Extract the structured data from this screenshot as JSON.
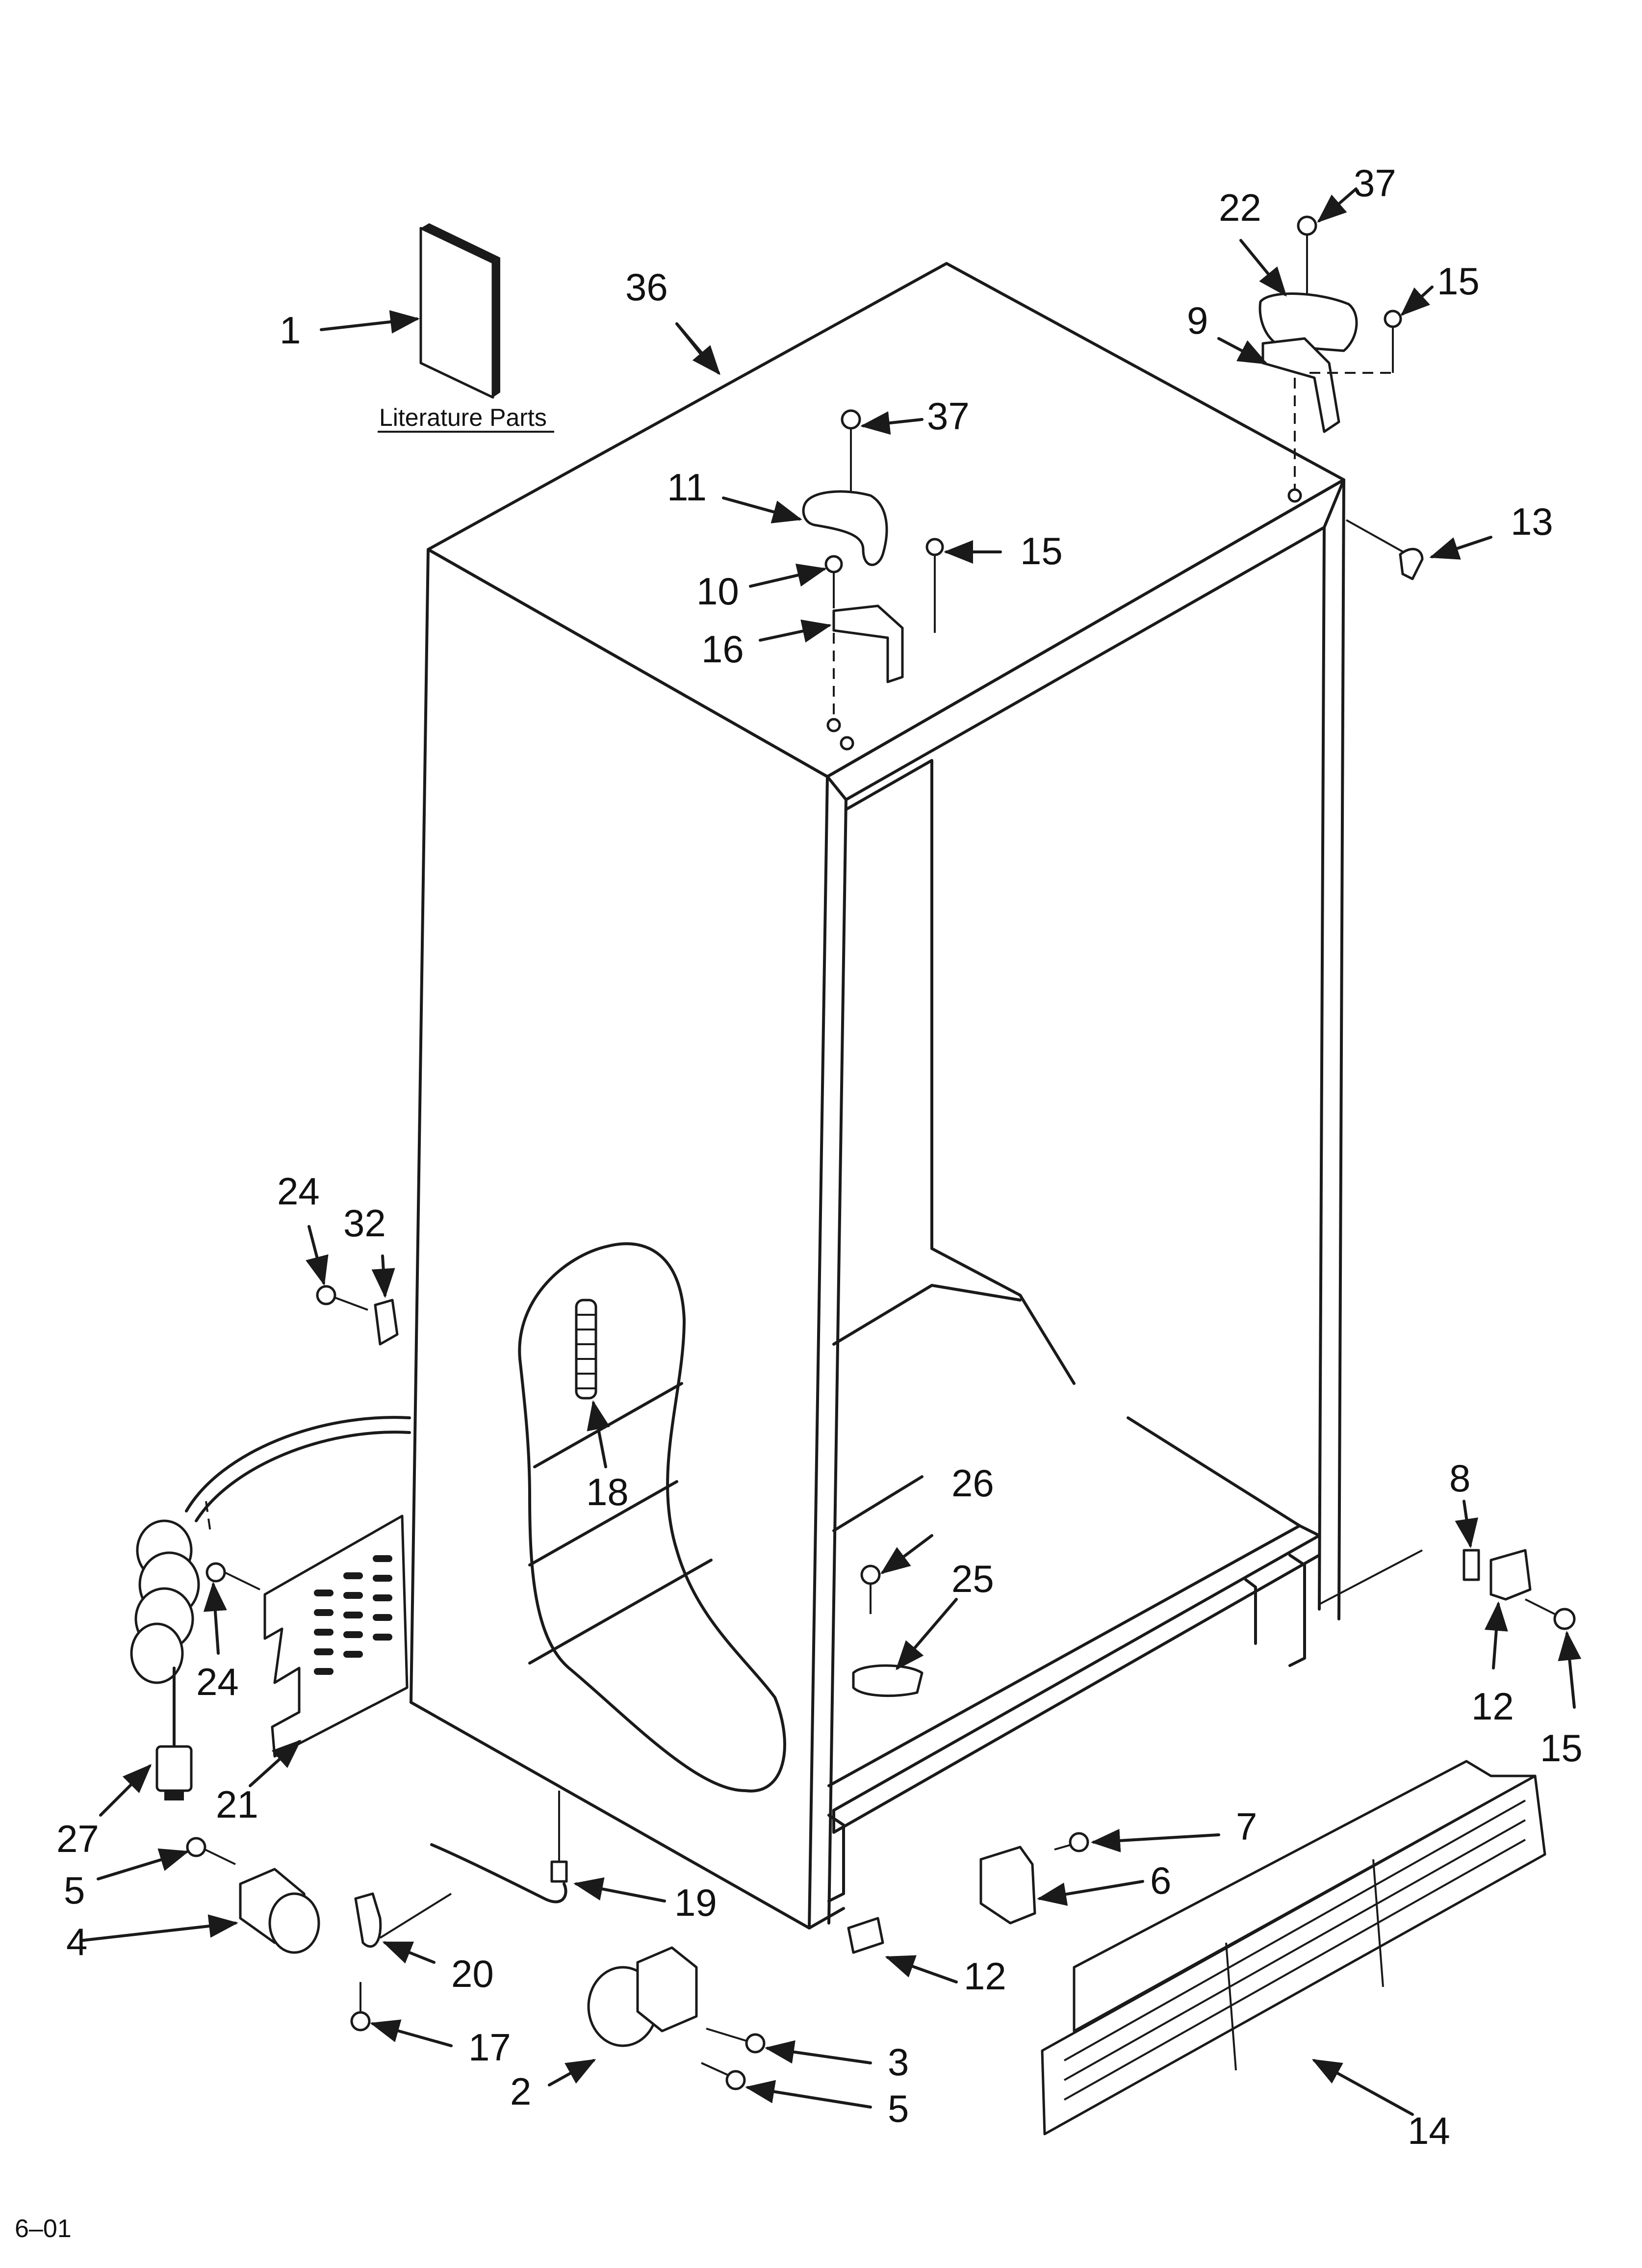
{
  "caption": "Literature Parts",
  "footer": "6–01",
  "callouts": [
    {
      "id": "1",
      "label": "1"
    },
    {
      "id": "36",
      "label": "36"
    },
    {
      "id": "22",
      "label": "22"
    },
    {
      "id": "37a",
      "label": "37"
    },
    {
      "id": "15a",
      "label": "15"
    },
    {
      "id": "9",
      "label": "9"
    },
    {
      "id": "37b",
      "label": "37"
    },
    {
      "id": "11",
      "label": "11"
    },
    {
      "id": "15b",
      "label": "15"
    },
    {
      "id": "10",
      "label": "10"
    },
    {
      "id": "16",
      "label": "16"
    },
    {
      "id": "13",
      "label": "13"
    },
    {
      "id": "24a",
      "label": "24"
    },
    {
      "id": "32",
      "label": "32"
    },
    {
      "id": "18",
      "label": "18"
    },
    {
      "id": "26",
      "label": "26"
    },
    {
      "id": "25",
      "label": "25"
    },
    {
      "id": "8",
      "label": "8"
    },
    {
      "id": "24b",
      "label": "24"
    },
    {
      "id": "12a",
      "label": "12"
    },
    {
      "id": "15c",
      "label": "15"
    },
    {
      "id": "21",
      "label": "21"
    },
    {
      "id": "27",
      "label": "27"
    },
    {
      "id": "7",
      "label": "7"
    },
    {
      "id": "6",
      "label": "6"
    },
    {
      "id": "5a",
      "label": "5"
    },
    {
      "id": "19",
      "label": "19"
    },
    {
      "id": "4",
      "label": "4"
    },
    {
      "id": "20",
      "label": "20"
    },
    {
      "id": "12b",
      "label": "12"
    },
    {
      "id": "17",
      "label": "17"
    },
    {
      "id": "2",
      "label": "2"
    },
    {
      "id": "3",
      "label": "3"
    },
    {
      "id": "5b",
      "label": "5"
    },
    {
      "id": "14",
      "label": "14"
    }
  ]
}
